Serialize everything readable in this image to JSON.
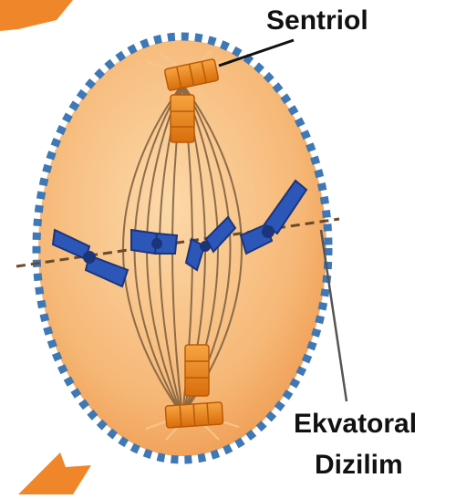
{
  "labels": {
    "centriole": "Sentriol",
    "equatorial_line1": "Ekvatoral",
    "equatorial_line2": "Dizilim"
  },
  "colors": {
    "cell_fill": "#f3a85f",
    "cell_light": "#fbd9a8",
    "membrane_dots": "#3f78b5",
    "spindle": "#7a5a3a",
    "chromosome": "#2c57b8",
    "chromosome_dark": "#1b357a",
    "centriole": "#ef8a1a",
    "arrow": "#f0862a"
  }
}
